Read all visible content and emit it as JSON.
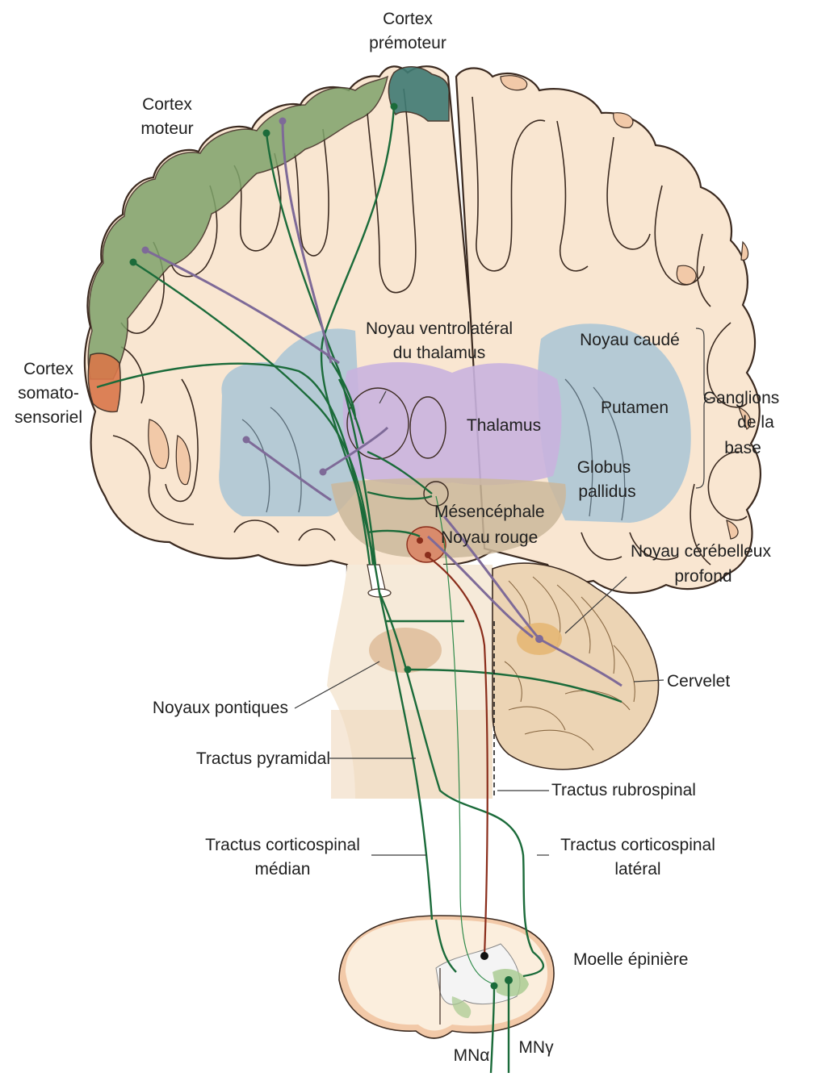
{
  "labels": {
    "premotor_cortex_1": "Cortex",
    "premotor_cortex_2": "prémoteur",
    "motor_cortex_1": "Cortex",
    "motor_cortex_2": "moteur",
    "somatosensory_1": "Cortex",
    "somatosensory_2": "somato-",
    "somatosensory_3": "sensoriel",
    "vl_thalamus_1": "Noyau ventrolatéral",
    "vl_thalamus_2": "du thalamus",
    "caudate": "Noyau caudé",
    "putamen": "Putamen",
    "globus_pallidus_1": "Globus",
    "globus_pallidus_2": "pallidus",
    "basal_ganglia_1": "Ganglions",
    "basal_ganglia_2": "de la",
    "basal_ganglia_3": "base",
    "thalamus": "Thalamus",
    "midbrain": "Mésencéphale",
    "red_nucleus": "Noyau rouge",
    "deep_cerebellar_1": "Noyau cérébelleux",
    "deep_cerebellar_2": "profond",
    "cerebellum": "Cervelet",
    "pontine_nuclei": "Noyaux pontiques",
    "pyramidal_tract": "Tractus pyramidal",
    "rubrospinal_tract": "Tractus rubrospinal",
    "medial_cst_1": "Tractus corticospinal",
    "medial_cst_2": "médian",
    "lateral_cst_1": "Tractus corticospinal",
    "lateral_cst_2": "latéral",
    "spinal_cord": "Moelle épinière",
    "mn_alpha": "MNα",
    "mn_gamma": "MNγ"
  },
  "colors": {
    "cortex_tissue": "#f9e6d1",
    "cortex_outline": "#3b2a20",
    "motor_cortex": "#7fa36b",
    "premotor_cortex": "#3f7a73",
    "somatosensory_cortex": "#d9774a",
    "white_matter_fold": "#f2c9a8",
    "basal_ganglia": "#a9c4d6",
    "thalamus": "#c9b3de",
    "midbrain": "#cbb79b",
    "red_nucleus": "#d98b6c",
    "deep_cerebellar": "#e6b878",
    "corticospinal_tract": "#1b6b3a",
    "feedback_pathway": "#7e6a98",
    "rubrospinal_tract": "#8a2d1b"
  }
}
